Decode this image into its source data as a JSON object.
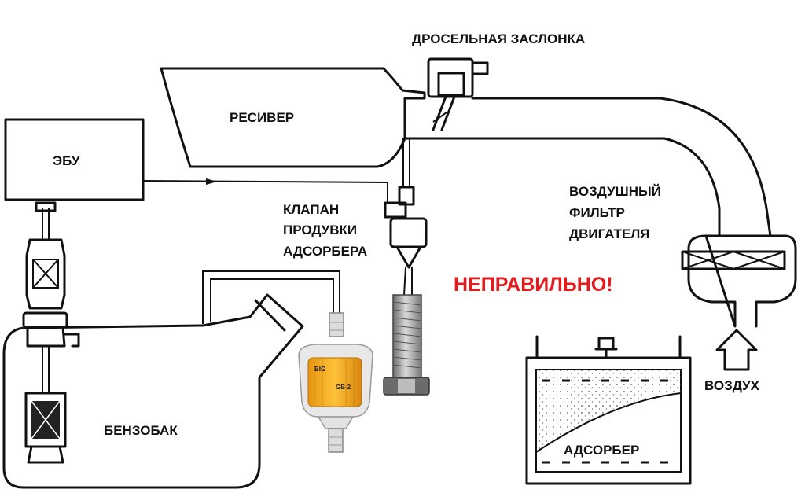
{
  "labels": {
    "throttle": "ДРОСЕЛЬНАЯ ЗАСЛОНКА",
    "receiver": "РЕСИВЕР",
    "ecu": "ЭБУ",
    "purge_valve": [
      "КЛАПАН",
      "ПРОДУВКИ",
      "АДСОРБЕРА"
    ],
    "air_filter": [
      "ВОЗДУШНЫЙ",
      "ФИЛЬТР",
      "ДВИГАТЕЛЯ"
    ],
    "warning": "НЕПРАВИЛЬНО!",
    "air": "ВОЗДУХ",
    "fuel_tank": "БЕНЗОБАК",
    "adsorber": "АДСОРБЕР",
    "fuel_filter_brand": "BIG",
    "fuel_filter_model": "GB-2"
  },
  "colors": {
    "warning": "#e31b1b",
    "fuel_filter": "#f2a81d",
    "bolt": "#9a9a9a"
  },
  "icons": {
    "air_arrow": "up-arrow-icon"
  }
}
